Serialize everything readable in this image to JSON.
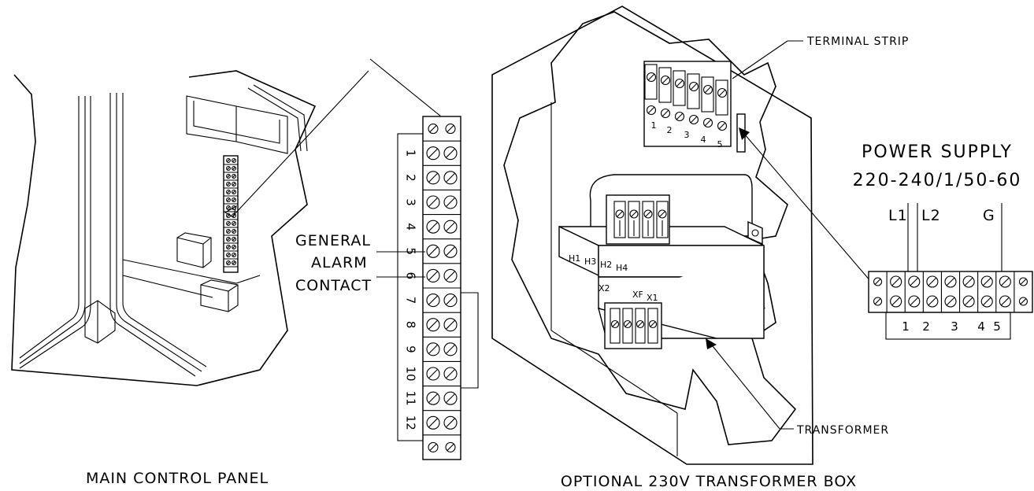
{
  "captions": {
    "main_panel": "MAIN CONTROL PANEL",
    "transformer_box": "OPTIONAL 230V TRANSFORMER BOX"
  },
  "callouts": {
    "general_alarm": [
      "GENERAL",
      "ALARM",
      "CONTACT"
    ],
    "terminal_strip": "TERMINAL STRIP",
    "transformer": "TRANSFORMER"
  },
  "power_supply": {
    "title": "POWER SUPPLY",
    "rating": "220-240/1/50-60",
    "leads": [
      "L1",
      "L2",
      "G"
    ]
  },
  "main_terminal_numbers": [
    "1",
    "2",
    "3",
    "4",
    "5",
    "6",
    "7",
    "8",
    "9",
    "10",
    "11",
    "12"
  ],
  "box_terminal_numbers": [
    "1",
    "2",
    "3",
    "4",
    "5"
  ],
  "ps_terminal_numbers": [
    "1",
    "2",
    "3",
    "4",
    "5"
  ],
  "transformer_primary": [
    "H1",
    "H3",
    "H2",
    "H4"
  ],
  "transformer_secondary": [
    "X2",
    "XF",
    "X1"
  ]
}
